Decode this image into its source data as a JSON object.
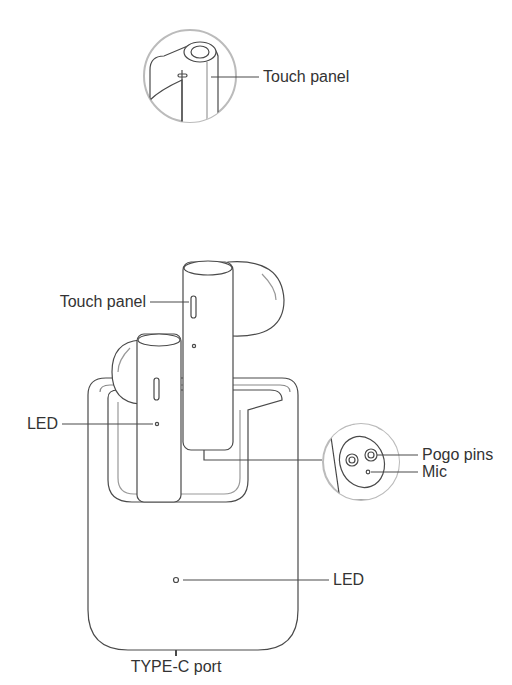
{
  "diagram": {
    "labels": [
      "Touch panel",
      "Touch panel",
      "LED",
      "Pogo pins",
      "Mic",
      "LED",
      "TYPE-C port"
    ]
  }
}
